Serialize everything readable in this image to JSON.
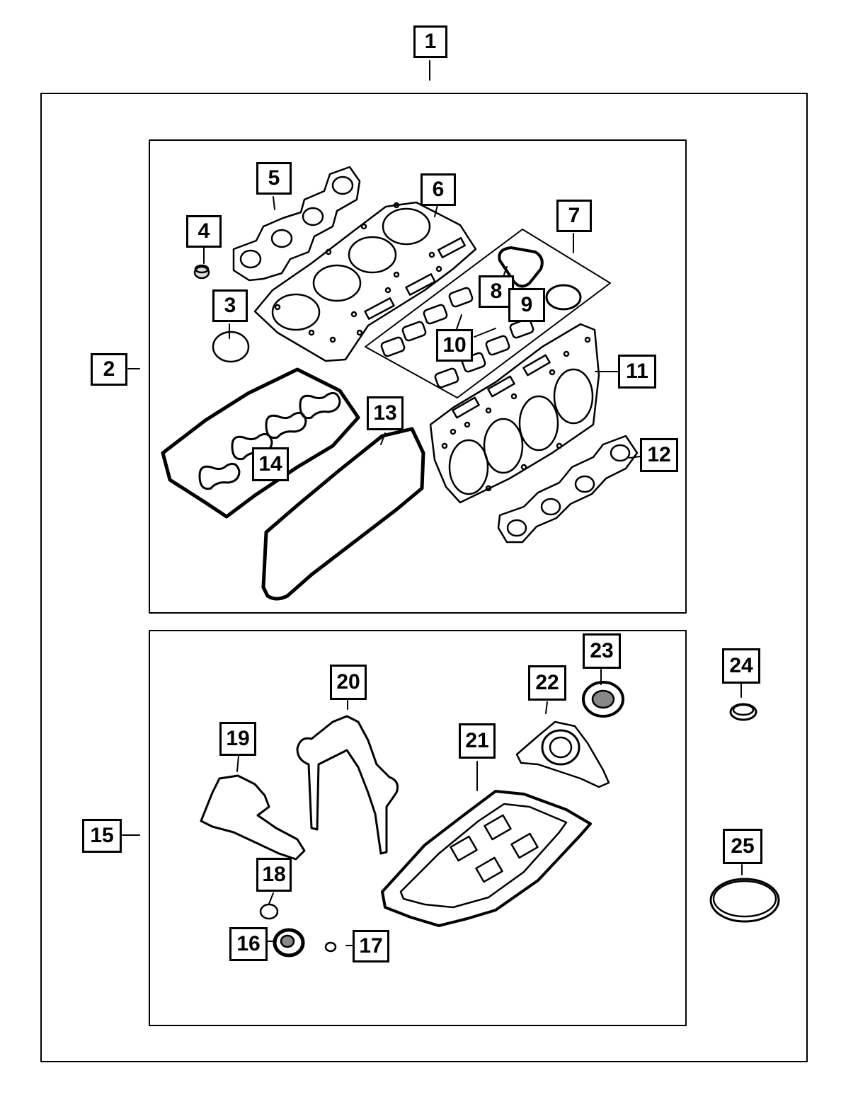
{
  "diagram": {
    "ink": "#000000",
    "paper": "#ffffff",
    "callouts": {
      "c1": "1",
      "c2": "2",
      "c3": "3",
      "c4": "4",
      "c5": "5",
      "c6": "6",
      "c7": "7",
      "c8": "8",
      "c9": "9",
      "c10": "10",
      "c11": "11",
      "c12": "12",
      "c13": "13",
      "c14": "14",
      "c15": "15",
      "c16": "16",
      "c17": "17",
      "c18": "18",
      "c19": "19",
      "c20": "20",
      "c21": "21",
      "c22": "22",
      "c23": "23",
      "c24": "24",
      "c25": "25"
    }
  }
}
